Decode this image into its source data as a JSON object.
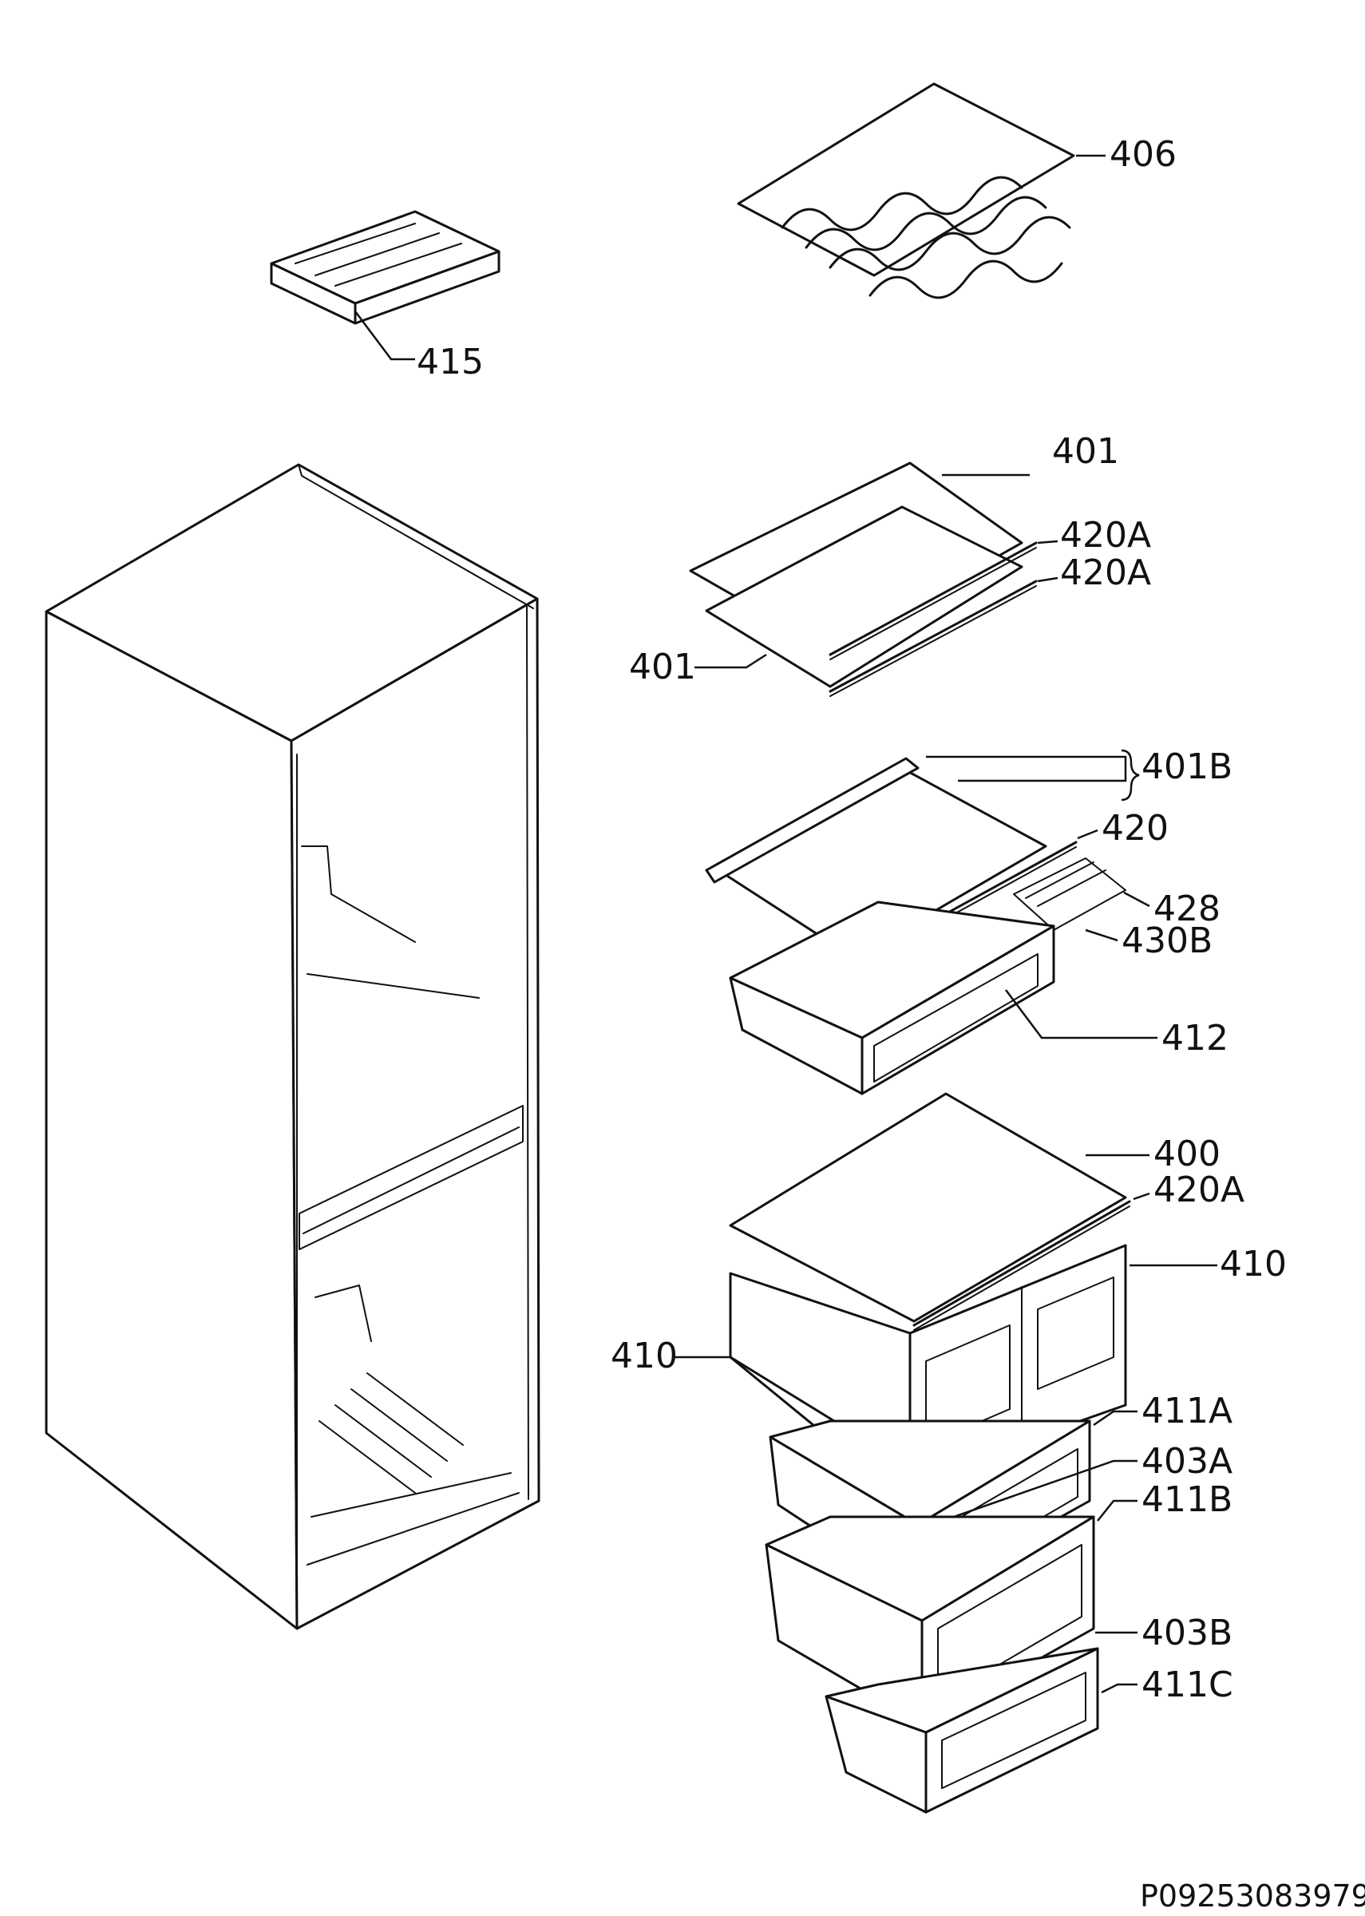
{
  "diagram": {
    "drawing_code": "P09253083979",
    "callouts": {
      "c406": "406",
      "c415": "415",
      "c401_top": "401",
      "c420A_1": "420A",
      "c420A_2": "420A",
      "c401_left": "401",
      "c401B": "401B",
      "c420": "420",
      "c428": "428",
      "c430B": "430B",
      "c412": "412",
      "c400": "400",
      "c420A_3": "420A",
      "c410_right": "410",
      "c410_left": "410",
      "c411A": "411A",
      "c403A": "403A",
      "c411B": "411B",
      "c403B": "403B",
      "c411C": "411C"
    }
  }
}
